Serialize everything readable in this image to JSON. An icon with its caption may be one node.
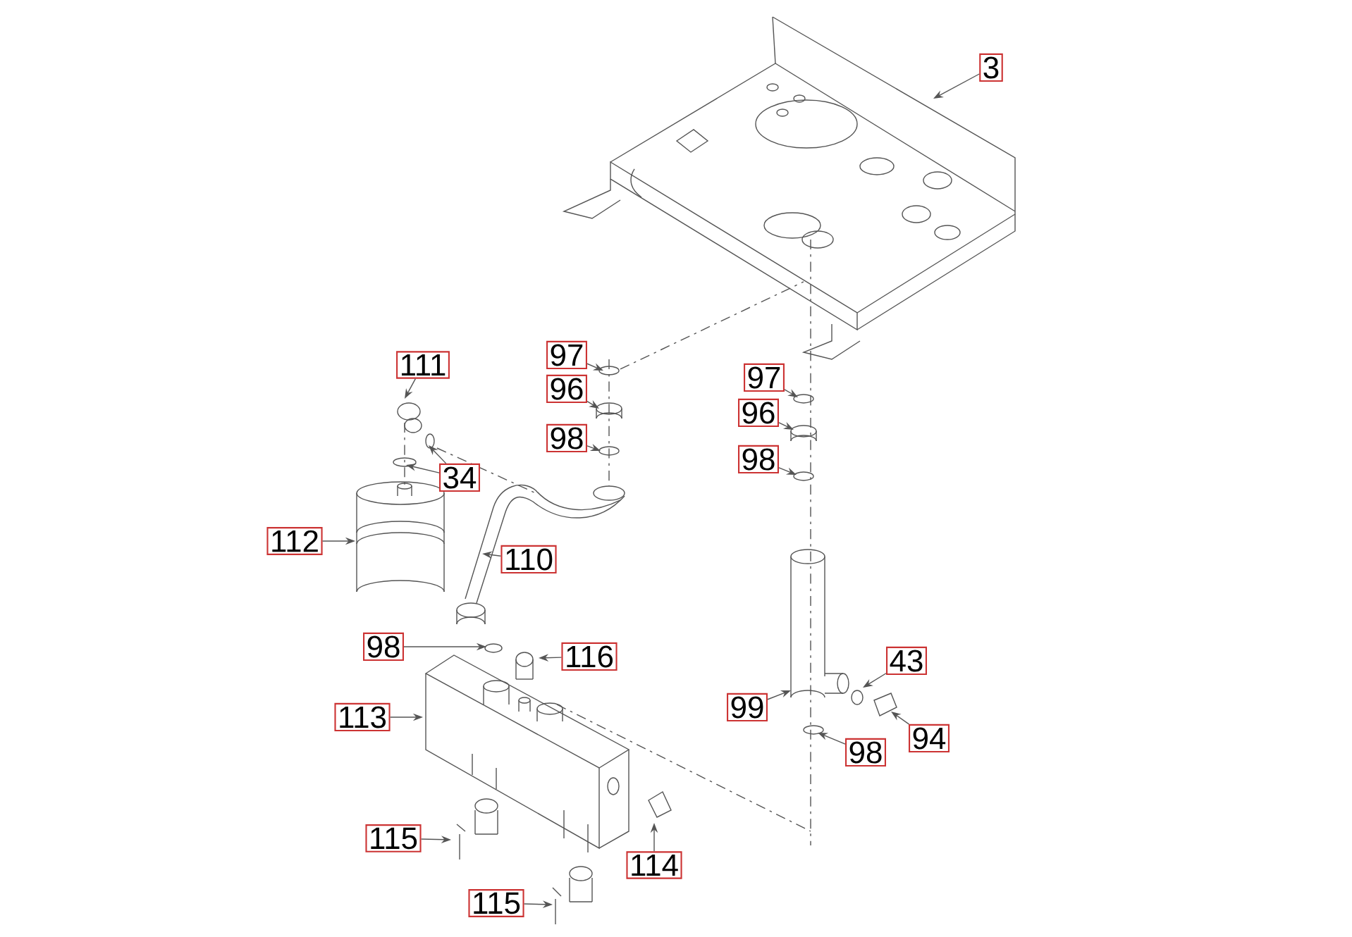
{
  "diagram": {
    "nodes": [
      {
        "text": [
          "3"
        ]
      },
      {
        "text": [
          "97"
        ]
      },
      {
        "text": [
          "96"
        ]
      },
      {
        "text": [
          "98"
        ]
      },
      {
        "text": [
          "111"
        ]
      },
      {
        "text": [
          "34"
        ]
      },
      {
        "text": [
          "112"
        ]
      },
      {
        "text": [
          "110"
        ]
      },
      {
        "text": [
          "97"
        ]
      },
      {
        "text": [
          "96"
        ]
      },
      {
        "text": [
          "98"
        ]
      },
      {
        "text": [
          "98"
        ]
      },
      {
        "text": [
          "116"
        ]
      },
      {
        "text": [
          "113"
        ]
      },
      {
        "text": [
          "43"
        ]
      },
      {
        "text": [
          "99"
        ]
      },
      {
        "text": [
          "94"
        ]
      },
      {
        "text": [
          "98"
        ]
      },
      {
        "text": [
          "115"
        ]
      },
      {
        "text": [
          "114"
        ]
      },
      {
        "text": [
          "115"
        ]
      }
    ],
    "edges": [
      {
        "from": 0,
        "to": null,
        "arrow": "to"
      },
      {
        "from": 1,
        "to": null,
        "arrow": "to"
      },
      {
        "from": 2,
        "to": null,
        "arrow": "to"
      },
      {
        "from": 3,
        "to": null,
        "arrow": "to"
      },
      {
        "from": 4,
        "to": null,
        "arrow": "to"
      },
      {
        "from": 5,
        "to": null,
        "arrow": "to"
      },
      {
        "from": 5,
        "to": null,
        "arrow": "to"
      },
      {
        "from": 6,
        "to": null,
        "arrow": "to"
      },
      {
        "from": 7,
        "to": null,
        "arrow": "to"
      },
      {
        "from": 8,
        "to": null,
        "arrow": "to"
      },
      {
        "from": 9,
        "to": null,
        "arrow": "to"
      },
      {
        "from": 10,
        "to": null,
        "arrow": "to"
      },
      {
        "from": 11,
        "to": null,
        "arrow": "to"
      },
      {
        "from": 12,
        "to": null,
        "arrow": "to"
      },
      {
        "from": 13,
        "to": null,
        "arrow": "to"
      },
      {
        "from": 14,
        "to": null,
        "arrow": "to"
      },
      {
        "from": 15,
        "to": null,
        "arrow": "to"
      },
      {
        "from": 16,
        "to": null,
        "arrow": "to"
      },
      {
        "from": 17,
        "to": null,
        "arrow": "to"
      },
      {
        "from": 18,
        "to": null,
        "arrow": "to"
      },
      {
        "from": 19,
        "to": null,
        "arrow": "to"
      },
      {
        "from": 20,
        "to": null,
        "arrow": "to"
      }
    ]
  }
}
